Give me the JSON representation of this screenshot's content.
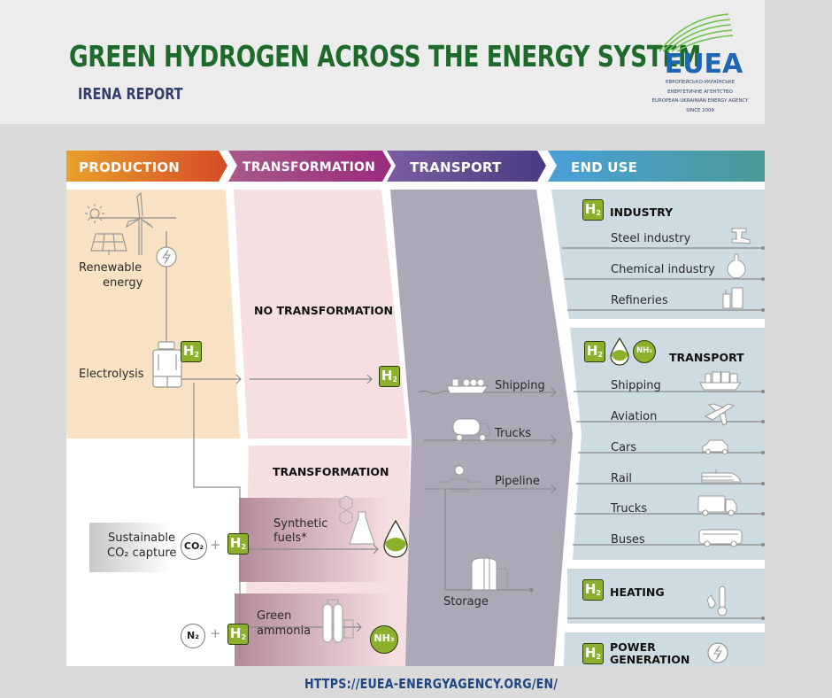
{
  "header": {
    "title": "GREEN HYDROGEN ACROSS THE ENERGY SYSTEM",
    "subtitle": "IRENA REPORT"
  },
  "logo": {
    "wordmark": "EUEA",
    "lines": [
      "ЄВРОПЕЙСЬКО-УКРАЇНСЬКЕ",
      "ЕНЕРГЕТИЧНЕ АГЕНТСТВО",
      "EUROPEAN-UKRAINIAN ENERGY AGENCY",
      "SINCE 2009"
    ]
  },
  "stages": [
    {
      "label": "PRODUCTION",
      "color_start": "#e8a02a",
      "color_end": "#d64a28"
    },
    {
      "label": "TRANSFORMATION",
      "color_start": "#a85a8a",
      "color_end": "#9a2a7e"
    },
    {
      "label": "TRANSPORT",
      "color_start": "#7a5ea0",
      "color_end": "#4a3a82"
    },
    {
      "label": "END USE",
      "color_start": "#4aa0d8",
      "color_end": "#4a9a96"
    }
  ],
  "production": {
    "renewable_label_1": "Renewable",
    "renewable_label_2": "energy",
    "electrolysis_label": "Electrolysis",
    "h2_symbol": "H",
    "h2_sub": "2"
  },
  "transformation": {
    "no_transformation_label": "NO TRANSFORMATION",
    "transformation_label": "TRANSFORMATION",
    "synthetic_fuels_1": "Synthetic",
    "synthetic_fuels_2": "fuels*",
    "green_ammonia_1": "Green",
    "green_ammonia_2": "ammonia",
    "co2_capture_1": "Sustainable",
    "co2_capture_2": "CO₂ capture",
    "co2_symbol": "CO₂",
    "n2_symbol": "N₂",
    "nh3_symbol": "NH₃",
    "plus": "+"
  },
  "transport": {
    "items": [
      "Shipping",
      "Trucks",
      "Pipeline",
      "Storage"
    ]
  },
  "end_use": {
    "industry": {
      "title": "INDUSTRY",
      "items": [
        "Steel industry",
        "Chemical industry",
        "Refineries"
      ]
    },
    "transport": {
      "title": "TRANSPORT",
      "nh3_symbol": "NH₃",
      "items": [
        "Shipping",
        "Aviation",
        "Cars",
        "Rail",
        "Trucks",
        "Buses"
      ]
    },
    "heating": {
      "title": "HEATING"
    },
    "power": {
      "title_1": "POWER",
      "title_2": "GENERATION"
    }
  },
  "footer": {
    "url": "HTTPS://EUEA-ENERGYAGENCY.ORG/EN/"
  },
  "colors": {
    "title_green": "#1d6a2b",
    "subtitle_navy": "#33406b",
    "h2_green": "#8ab02c",
    "production_bg": "#f8e2c3",
    "transformation_bg": "#f5dfe1",
    "transport_bg": "#aca8b8",
    "end_use_bg": "#cddbe2"
  }
}
